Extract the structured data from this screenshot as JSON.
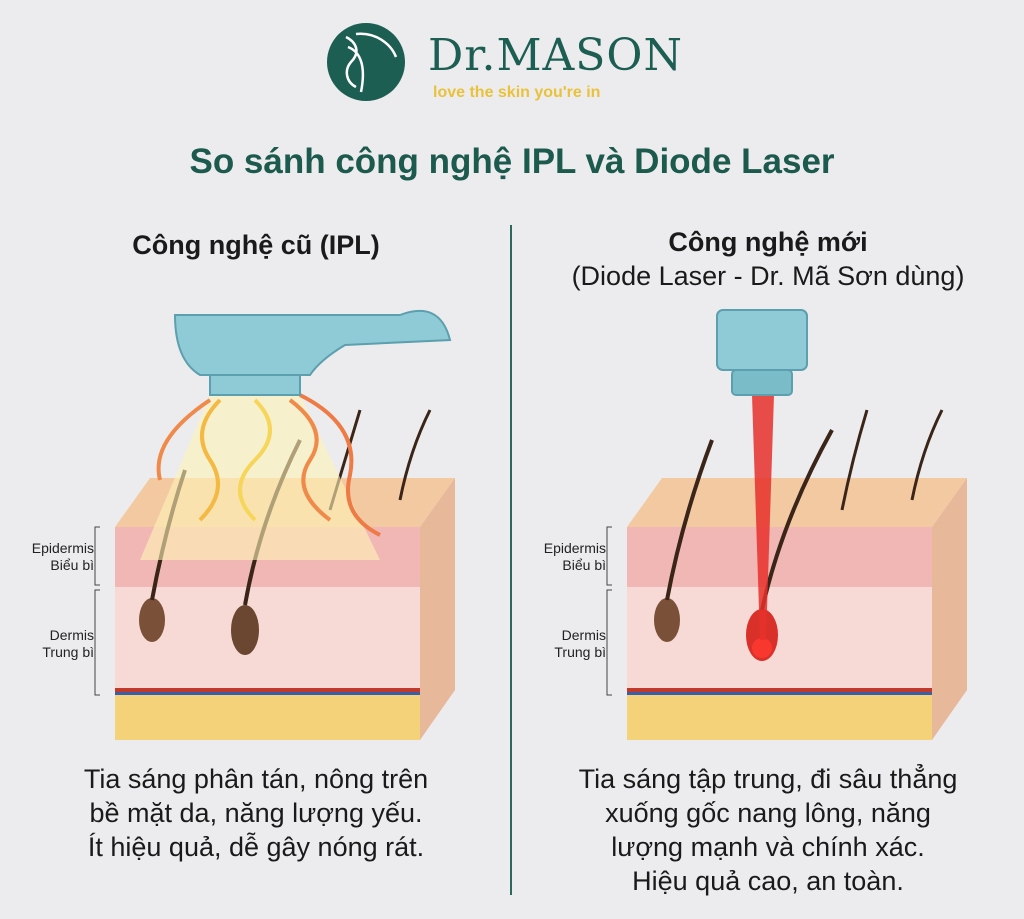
{
  "brand": {
    "name": "Dr.MASON",
    "tagline": "love the skin you're in",
    "color": "#1c5e52",
    "tagline_color": "#e9c23a"
  },
  "title": "So sánh công nghệ IPL và Diode Laser",
  "left": {
    "heading": "Công nghệ cũ (IPL)",
    "layers": {
      "epidermis": "Epidermis",
      "epidermis_vi": "Biểu bì",
      "dermis": "Dermis",
      "dermis_vi": "Trung bì"
    },
    "caption": [
      "Tia sáng phân tán, nông trên",
      "bề mặt da, năng lượng yếu.",
      "Ít hiệu quả, dễ gây nóng rát."
    ]
  },
  "right": {
    "heading": [
      "Công nghệ mới",
      "(Diode Laser - Dr. Mã Sơn dùng)"
    ],
    "layers": {
      "epidermis": "Epidermis",
      "epidermis_vi": "Biểu bì",
      "dermis": "Dermis",
      "dermis_vi": "Trung bì"
    },
    "caption": [
      "Tia sáng tập trung, đi sâu thẳng",
      "xuống gốc nang lông, năng",
      "lượng mạnh và chính xác.",
      "Hiệu quả cao, an toàn."
    ]
  }
}
